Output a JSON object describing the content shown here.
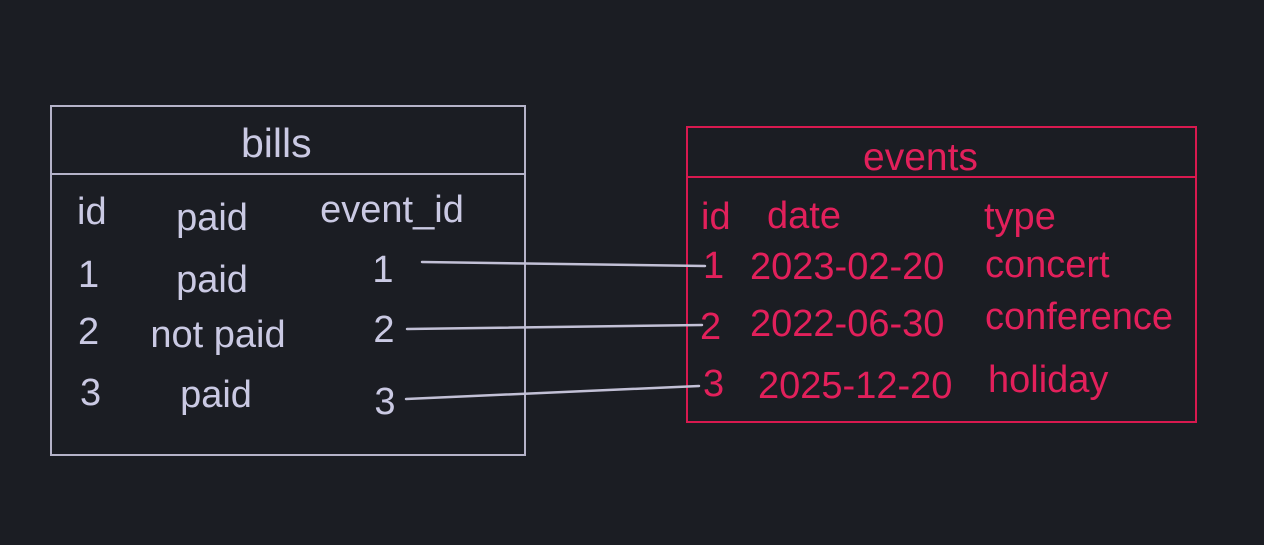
{
  "background_color": "#1b1d23",
  "tables": {
    "bills": {
      "title": "bills",
      "text_color": "#cac9e3",
      "border_color": "#b5b3c9",
      "columns": [
        "id",
        "paid",
        "event_id"
      ],
      "rows": [
        [
          "1",
          "paid",
          "1"
        ],
        [
          "2",
          "not paid",
          "2"
        ],
        [
          "3",
          "paid",
          "3"
        ]
      ]
    },
    "events": {
      "title": "events",
      "text_color": "#e2205b",
      "border_color": "#d8194f",
      "columns": [
        "id",
        "date",
        "type"
      ],
      "rows": [
        [
          "1",
          "2023-02-20",
          "concert"
        ],
        [
          "2",
          "2022-06-30",
          "conference"
        ],
        [
          "3",
          "2025-12-20",
          "holiday"
        ]
      ]
    }
  },
  "relations": [
    {
      "from": "bills.event_id 1",
      "to": "events.id 1"
    },
    {
      "from": "bills.event_id 2",
      "to": "events.id 2"
    },
    {
      "from": "bills.event_id 3",
      "to": "events.id 3"
    }
  ],
  "connector_color": "#c2c0d6"
}
